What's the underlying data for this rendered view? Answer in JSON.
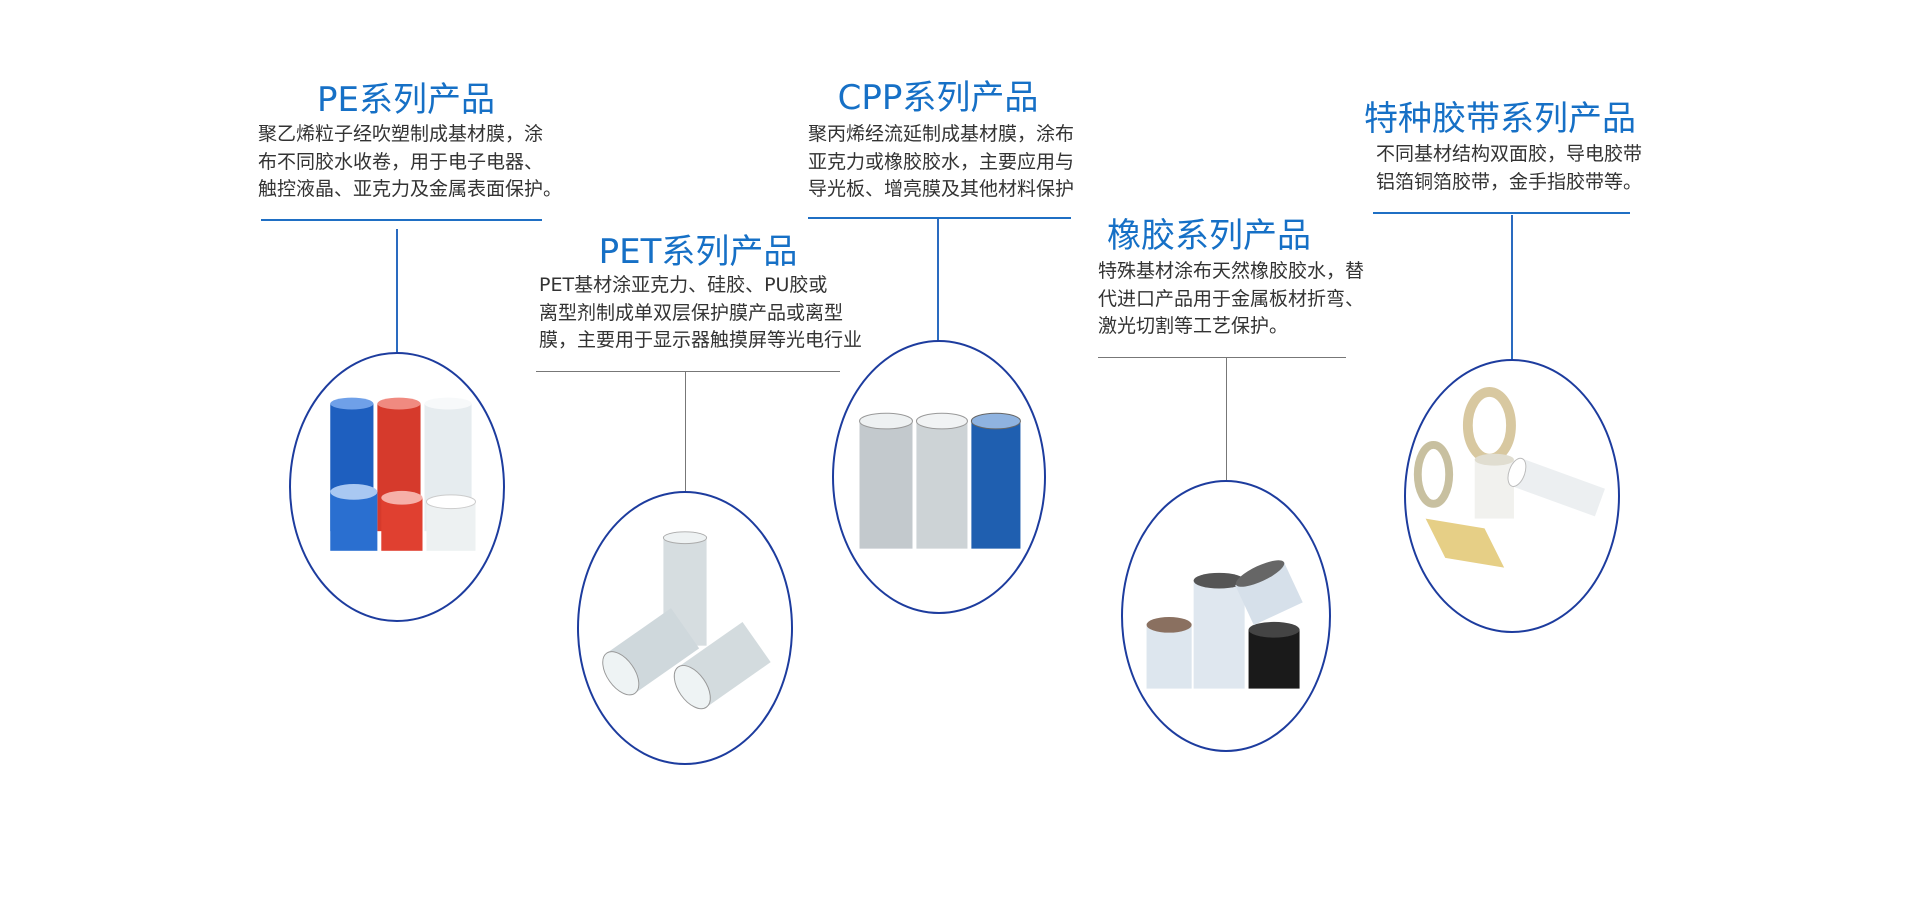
{
  "products": [
    {
      "title": "PE系列产品",
      "lines": [
        "聚乙烯粒子经吹塑制成基材膜，涂",
        "布不同胶水收卷，用于电子电器、",
        "触控液晶、亚克力及金属表面保护。"
      ]
    },
    {
      "title": "PET系列产品",
      "lines": [
        "PET基材涂亚克力、硅胶、PU胶或",
        "离型剂制成单双层保护膜产品或离型",
        "膜，主要用于显示器触摸屏等光电行业"
      ]
    },
    {
      "title": "CPP系列产品",
      "lines": [
        "聚丙烯经流延制成基材膜，涂布",
        "亚克力或橡胶胶水，主要应用与",
        "导光板、增亮膜及其他材料保护"
      ]
    },
    {
      "title": "橡胶系列产品",
      "lines": [
        "特殊基材涂布天然橡胶胶水，替",
        "代进口产品用于金属板材折弯、",
        "激光切割等工艺保护。"
      ]
    },
    {
      "title": "特种胶带系列产品",
      "lines": [
        "不同基材结构双面胶，导电胶带",
        "铝箔铜箔胶带，金手指胶带等。"
      ]
    }
  ],
  "colors": {
    "title": "#1670c6",
    "line": "#1f6fc4",
    "oval": "#1d3c9e"
  }
}
